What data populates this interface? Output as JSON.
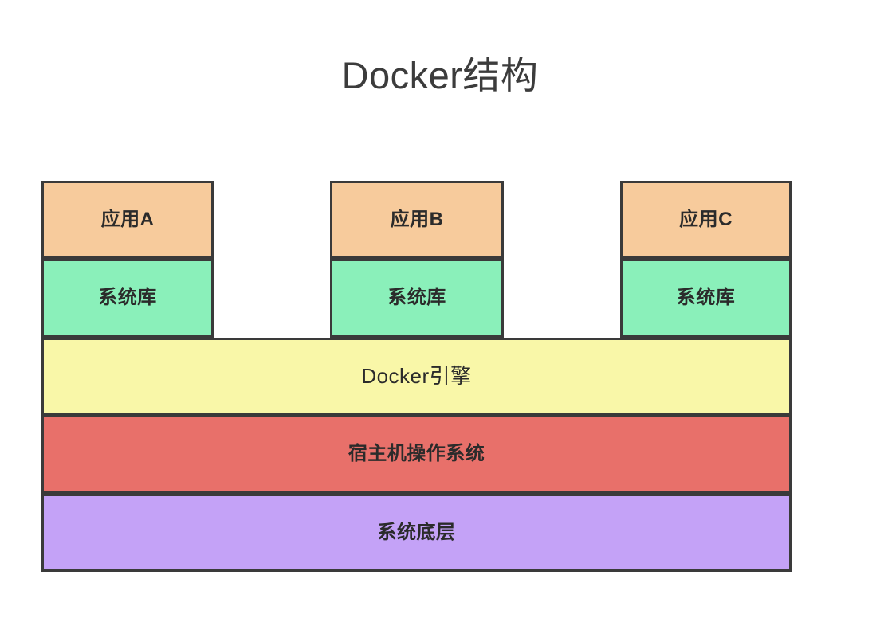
{
  "diagram": {
    "title": "Docker结构",
    "title_color": "#3c3c3c",
    "background_color": "#ffffff",
    "border_color": "#3a3a3a",
    "text_color": "#2b2b2b"
  },
  "columns": [
    {
      "app_label": "应用A",
      "lib_label": "系统库"
    },
    {
      "app_label": "应用B",
      "lib_label": "系统库"
    },
    {
      "app_label": "应用C",
      "lib_label": "系统库"
    }
  ],
  "stack": {
    "app_layer_color": "#f7cb9c",
    "lib_layer_color": "#8af0ba",
    "engine": {
      "label": "Docker引擎",
      "color": "#f9f7a8"
    },
    "host_os": {
      "label": "宿主机操作系统",
      "color": "#e8706a"
    },
    "base_system": {
      "label": "系统底层",
      "color": "#c4a2f7"
    }
  }
}
